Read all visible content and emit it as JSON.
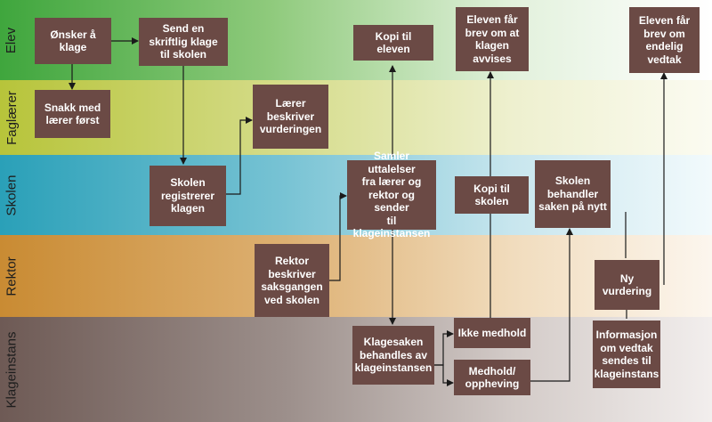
{
  "lanes": {
    "elev": "Elev",
    "faglaerer": "Faglærer",
    "skolen": "Skolen",
    "rektor": "Rektor",
    "klageinstans": "Klageinstans"
  },
  "boxes": {
    "onsker_klage": "Ønsker å klage",
    "send_klage": "Send en\nskriftlig klage\ntil skolen",
    "kopi_eleven": "Kopi til\neleven",
    "brev_avvises": "Eleven får\nbrev om at\nklagen\navvises",
    "brev_vedtak": "Eleven får\nbrev om\nendelig\nvedtak",
    "snakk_laerer": "Snakk med\nlærer først",
    "laerer_beskriver": "Lærer\nbeskriver\nvurderingen",
    "skolen_registrerer": "Skolen\nregistrerer\nklagen",
    "samler_uttalelser": "Samler uttalelser\nfra lærer og\nrektor og sender\ntil klageinstansen",
    "kopi_skolen": "Kopi til\nskolen",
    "behandler_nytt": "Skolen\nbehandler\nsaken på nytt",
    "rektor_beskriver": "Rektor\nbeskriver\nsaksgangen\nved skolen",
    "ny_vurdering": "Ny vurdering",
    "klagesaken": "Klagesaken\nbehandles av\nklageinstansen",
    "ikke_medhold": "Ikke medhold",
    "medhold": "Medhold/\noppheving",
    "informasjon": "Informasjon\nom vedtak\nsendes til\nklageinstans"
  },
  "colors": {
    "box_fill": "#6b4a45",
    "box_text": "#ffffff",
    "line": "#1a1a1a",
    "lane_elev": "#3fa63d",
    "lane_faglaerer": "#b7c43a",
    "lane_skolen": "#2aa0b8",
    "lane_rektor": "#c98b33",
    "lane_klageinstans": "#6e5a55"
  }
}
